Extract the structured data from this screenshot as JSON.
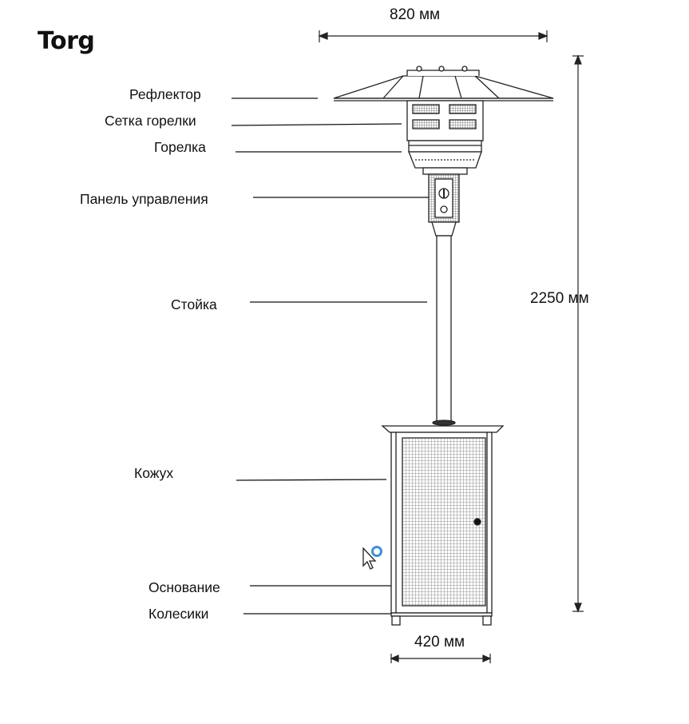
{
  "brand": "Torg",
  "dimensions": {
    "width_top": "820 мм",
    "height": "2250 мм",
    "width_base": "420 мм"
  },
  "parts": [
    "Рефлектор",
    "Сетка горелки",
    "Горелка",
    "Панель управления",
    "Стойка",
    "Кожух",
    "Основание",
    "Колесики"
  ],
  "icons": {
    "cursor": "mouse-pointer-with-busy-spinner-icon",
    "spinner_color": "#3f8fe0"
  }
}
